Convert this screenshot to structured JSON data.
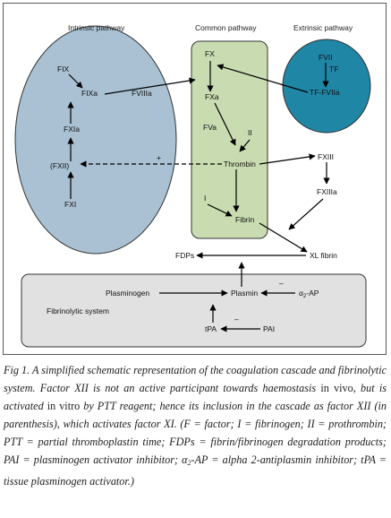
{
  "headers": {
    "intrinsic": "Intrinsic pathway",
    "common": "Common pathway",
    "extrinsic": "Extrinsic pathway"
  },
  "nodes": {
    "fix": "FIX",
    "fixa": "FIXa",
    "fviiia": "FVIIIa",
    "fxia": "FXIa",
    "fxii": "(FXII)",
    "fxi": "FXI",
    "plus": "+",
    "fx": "FX",
    "fxa": "FXa",
    "fva": "FVa",
    "ii": "II",
    "thrombin": "Thrombin",
    "i": "I",
    "fibrin": "Fibrin",
    "fvii": "FVII",
    "tf": "TF",
    "tf_fviia": "TF-FVIIa",
    "fxiii": "FXIII",
    "fxiiia": "FXIIIa",
    "xl_fibrin": "XL fibrin",
    "fdps": "FDPs",
    "plasminogen": "Plasminogen",
    "plasmin": "Plasmin",
    "tpa": "tPA",
    "pai": "PAI",
    "alpha2ap_prefix": "α",
    "alpha2ap_sub": "2",
    "alpha2ap_suffix": "-AP",
    "minus_ap": "–",
    "minus_pai": "–",
    "fibrinolytic_system": "Fibrinolytic system"
  },
  "caption": {
    "s1": "Fig 1. A simplified schematic representation of the coagulation cascade and fibrinolytic system. Factor XII is not an active participant towards haemostasis ",
    "s2": "in vivo",
    "s3": ", but is activated ",
    "s4": "in vitro",
    "s5": " by PTT reagent; hence its inclusion in the cascade as factor XII (in parenthesis), which activates factor XI. (F = factor; I = fibrinogen; II = prothrombin; PTT = partial thromboplastin time; FDPs = fibrin/fibrinogen degradation products; PAI = plasminogen activator inhibitor; α",
    "s6": "2",
    "s7": "-AP = alpha 2-antiplasmin inhibitor; tPA = tissue plasminogen activator.)"
  },
  "colors": {
    "intrinsic_fill": "#a9c1d3",
    "common_fill": "#c9dbb0",
    "extrinsic_fill": "#1f86a6",
    "fibrinolytic_fill": "#e1e1e1"
  }
}
